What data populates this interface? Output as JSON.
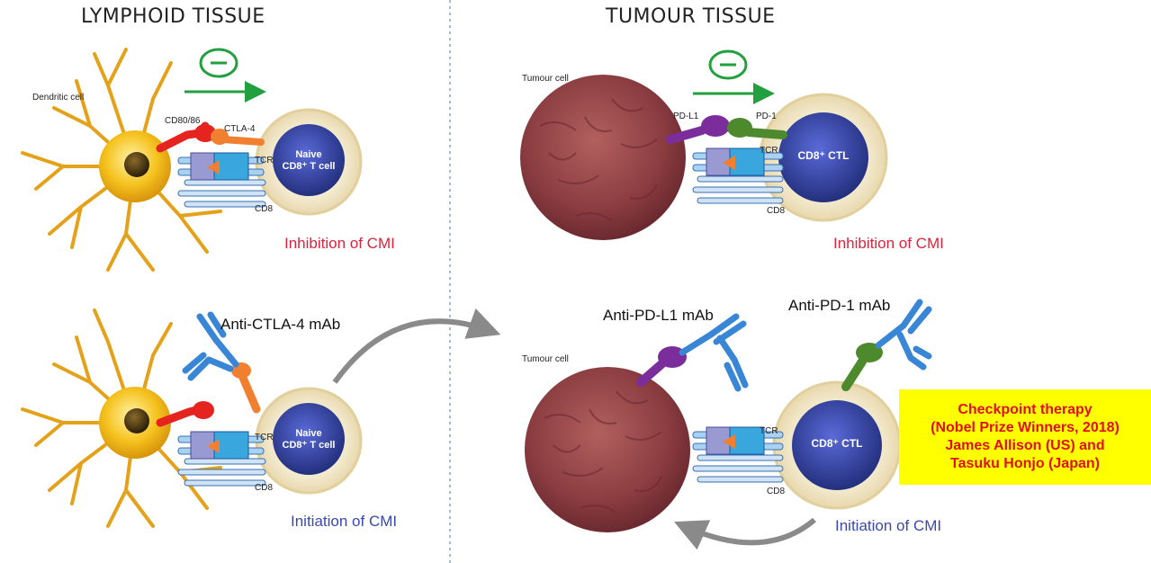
{
  "headers": {
    "left": "LYMPHOID TISSUE",
    "right": "TUMOUR TISSUE"
  },
  "labels": {
    "dendritic_cell": "Dendritic cell",
    "cd80_86": "CD80/86",
    "ctla4": "CTLA-4",
    "tcr": "TCR",
    "cd8": "CD8",
    "tumour_cell": "Tumour cell",
    "pdl1": "PD-L1",
    "pd1": "PD-1",
    "naive_line1": "Naive",
    "naive_line2": "CD8⁺ T cell",
    "cd8_ctl": "CD8⁺ CTL",
    "inhibition": "Inhibition of CMI",
    "initiation": "Initiation of CMI",
    "anti_ctla4": "Anti-CTLA-4 mAb",
    "anti_pdl1": "Anti-PD-L1 mAb",
    "anti_pd1": "Anti-PD-1 mAb",
    "minus": "−"
  },
  "nobel": {
    "line1": "Checkpoint therapy",
    "line2": "(Nobel Prize Winners, 2018)",
    "line3": "James Allison (US) and",
    "line4": "Tasuku Honjo (Japan)"
  },
  "colors": {
    "dendritic": "#f2b21c",
    "tcell_outer": "#efe3c4",
    "tcell_nucleus": "#3140a8",
    "tumour": "#8e4446",
    "cd80": "#e52420",
    "ctla4": "#f08030",
    "pdl1": "#7b2d9b",
    "pd1": "#4d8a2d",
    "antibody": "#3a86d6",
    "inhibit_arrow": "#22a040",
    "grey_arrow": "#8a8a8a",
    "highlight": "#ffff00",
    "highlight_text": "#e0101a"
  }
}
